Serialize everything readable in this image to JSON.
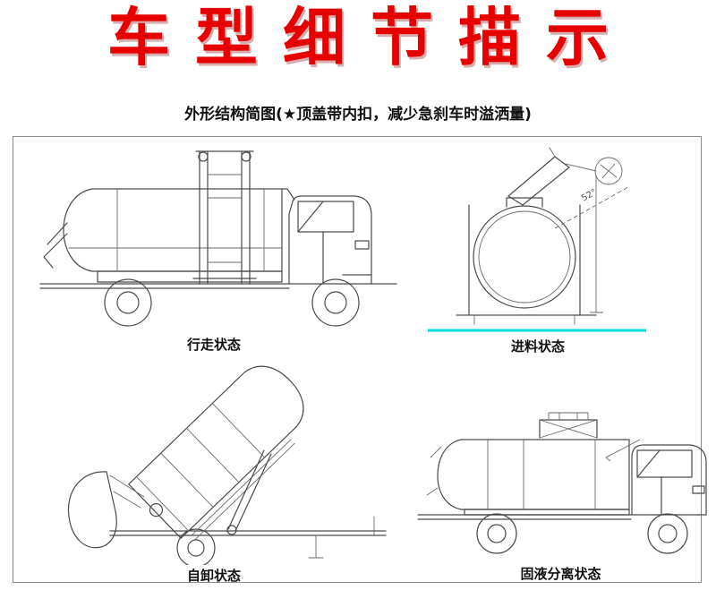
{
  "header": {
    "title": "车型细节描示",
    "subtitle": "外形结构简图(★顶盖带内扣，减少急刹车时溢洒量)"
  },
  "figures": {
    "walking": {
      "label": "行走状态"
    },
    "feeding": {
      "label": "进料状态",
      "angle_label": "52°"
    },
    "dumping": {
      "label": "自卸状态"
    },
    "separation": {
      "label": "固液分离状态"
    }
  },
  "colors": {
    "title_red": "#e60000",
    "line_gray": "#4a4a4a",
    "divider_cyan": "#00dede"
  }
}
